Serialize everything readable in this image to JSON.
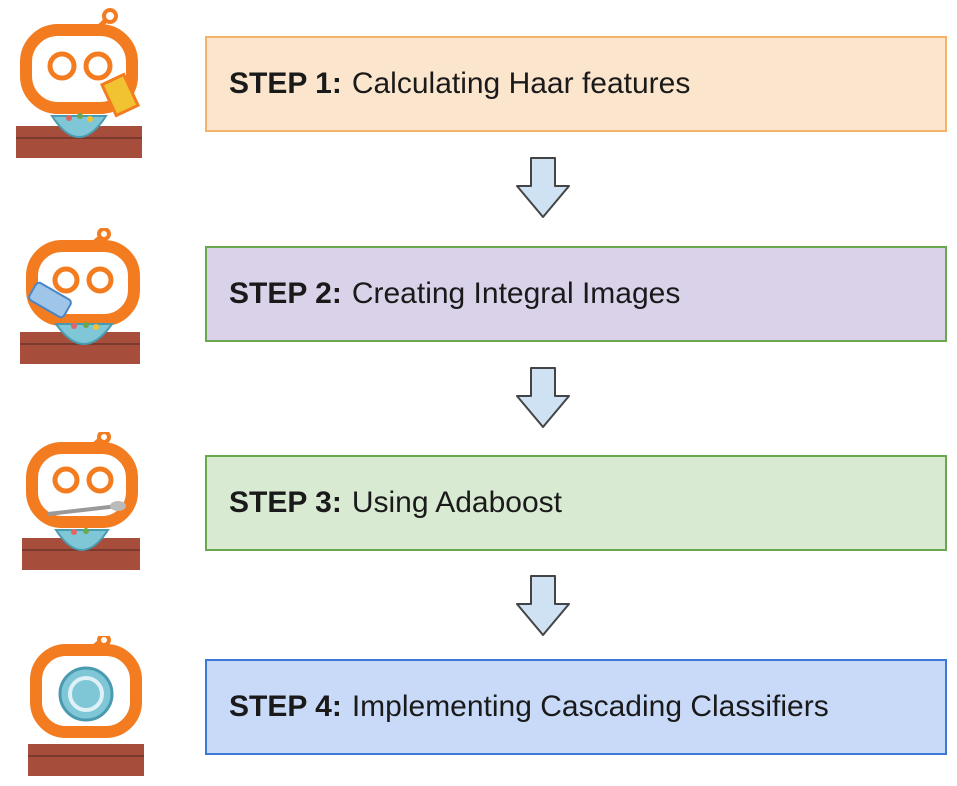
{
  "steps": [
    {
      "label": "STEP 1:",
      "text": "Calculating Haar features",
      "fill": "#fce5cd",
      "border": "#f6b26b",
      "robot": "robot-pouring-cereal-icon"
    },
    {
      "label": "STEP 2:",
      "text": "Creating Integral Images",
      "fill": "#d9d2e9",
      "border": "#6aa84f",
      "robot": "robot-pouring-milk-icon"
    },
    {
      "label": "STEP 3:",
      "text": "Using Adaboost",
      "fill": "#d9ead3",
      "border": "#6aa84f",
      "robot": "robot-eating-spoon-icon"
    },
    {
      "label": "STEP 4:",
      "text": "Implementing Cascading Classifiers",
      "fill": "#c9daf8",
      "border": "#3c78d8",
      "robot": "robot-finished-bowl-icon"
    }
  ],
  "arrow_color": {
    "fill": "#cfe2f3",
    "stroke": "#444444"
  },
  "robot_colors": {
    "body": "#f47c20",
    "table": "#a64d3c",
    "bowl": "#7fc6d6"
  }
}
